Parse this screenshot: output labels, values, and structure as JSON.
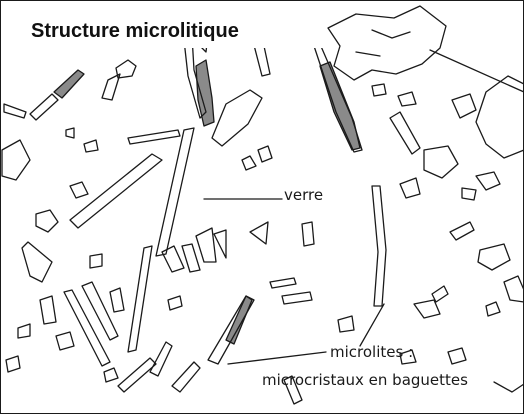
{
  "title": "Structure microlitique",
  "labels": {
    "verre": "verre",
    "microlites_line1": "microlites :",
    "microlites_line2": "microcristaux en baguettes"
  },
  "colors": {
    "outline": "#1a1a1a",
    "hatch_fill": "#8a8a8a",
    "background": "#ffffff"
  }
}
